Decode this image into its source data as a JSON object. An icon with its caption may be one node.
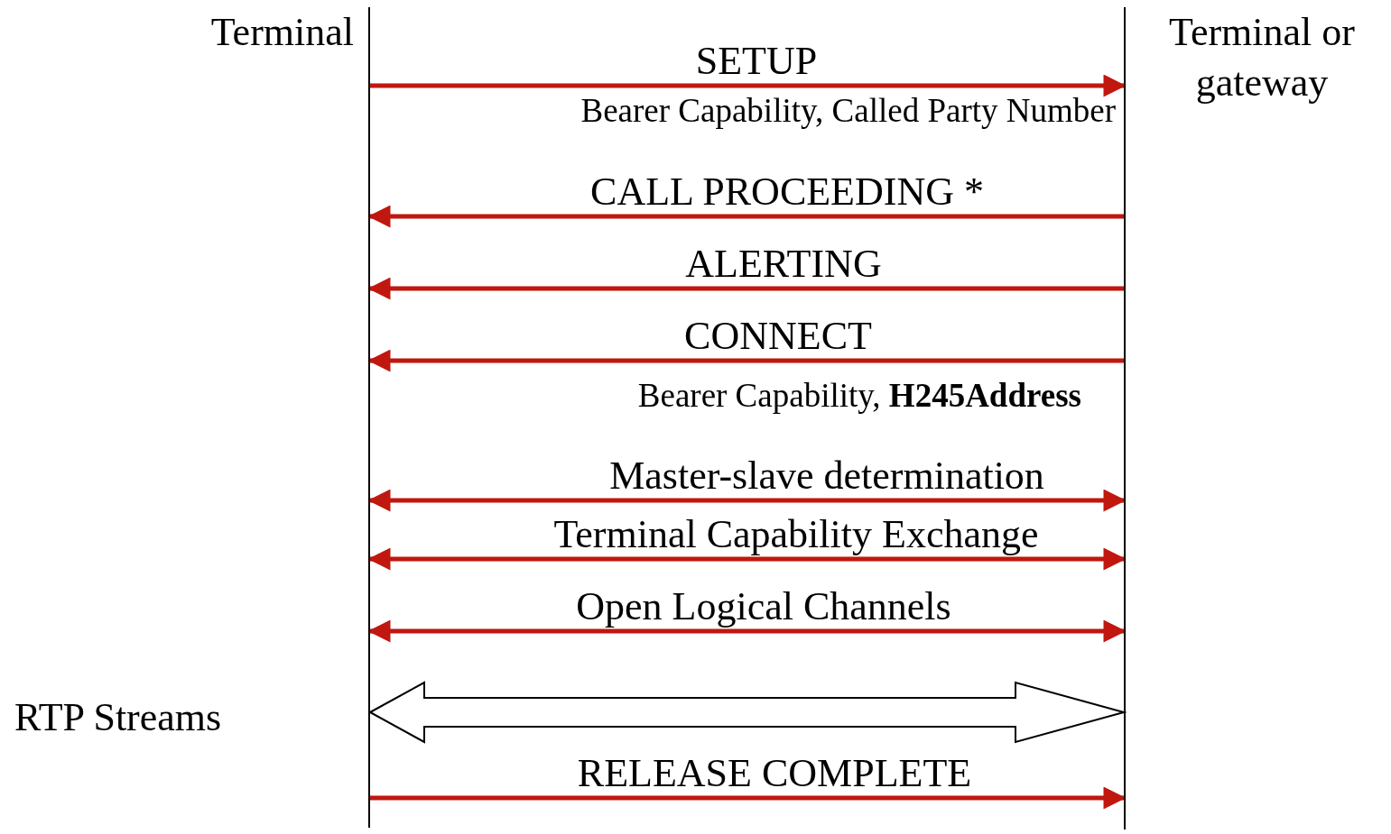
{
  "diagram": {
    "nodes": [
      {
        "text": [
          "Terminal"
        ]
      },
      {
        "text": [
          "Terminal or gateway"
        ]
      }
    ],
    "edges": [
      {
        "from": 0,
        "to": 1,
        "arrow": "to",
        "label": "SETUP"
      },
      {
        "from": 1,
        "to": 0,
        "arrow": "to",
        "label": "CALL PROCEEDING *"
      },
      {
        "from": 1,
        "to": 0,
        "arrow": "to",
        "label": "ALERTING"
      },
      {
        "from": 1,
        "to": 0,
        "arrow": "to",
        "label": "CONNECT"
      },
      {
        "from": 0,
        "to": 1,
        "arrow": "both",
        "label": "Master-slave determination"
      },
      {
        "from": 0,
        "to": 1,
        "arrow": "both",
        "label": "Terminal Capability Exchange"
      },
      {
        "from": 0,
        "to": 1,
        "arrow": "both",
        "label": "Open Logical Channels"
      },
      {
        "from": 0,
        "to": 1,
        "arrow": "both",
        "style": "thick",
        "color": "#000000"
      },
      {
        "from": 0,
        "to": 1,
        "arrow": "to",
        "label": "RELEASE COMPLETE"
      }
    ],
    "labels": [
      "Bearer Capability, Called Party Number",
      "Bearer Capability, **H245Address**",
      "RTP Streams"
    ]
  }
}
